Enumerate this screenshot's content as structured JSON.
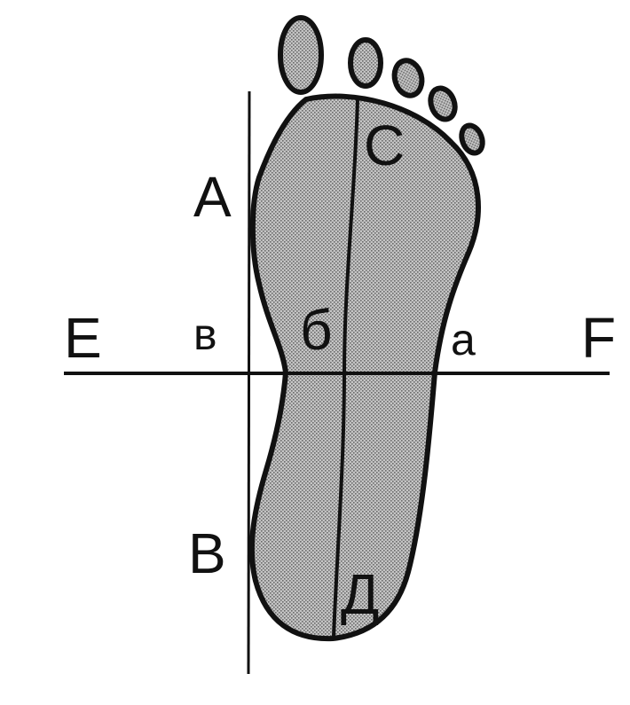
{
  "diagram": {
    "labels": {
      "A": "A",
      "B": "B",
      "C": "C",
      "D": "Д",
      "E": "E",
      "F": "F",
      "a": "a",
      "b": "б",
      "v": "в"
    },
    "colors": {
      "ink": "#111111",
      "fill": "#bdbdbd",
      "background": "#ffffff"
    }
  }
}
